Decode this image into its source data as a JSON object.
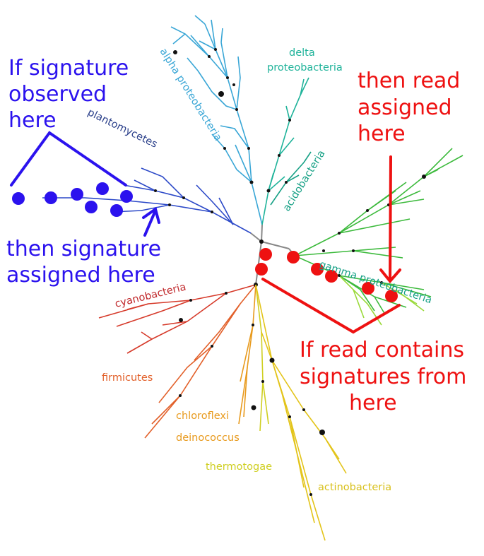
{
  "clade_labels": {
    "alpha": "alpha proteobacteria",
    "delta_line1": "delta",
    "delta_line2": "proteobacteria",
    "acido": "acidobacteria",
    "planto": "plantomycetes",
    "gamma": "gamma proteobacteria",
    "cyano": "cyanobacteria",
    "firmi": "firmicutes",
    "chloro": "chloroflexi",
    "deino": "deinococcus",
    "thermo": "thermotogae",
    "actino": "actinobacteria"
  },
  "annotations": {
    "blue_top": [
      "If signature",
      "observed",
      "here"
    ],
    "blue_bottom": [
      "then signature",
      "assigned here"
    ],
    "red_top": [
      "then read",
      "assigned",
      "here"
    ],
    "red_bottom": [
      "If read contains",
      "signatures from",
      "here"
    ]
  },
  "colors": {
    "blue_annotation": "#2b12ee",
    "red_annotation": "#ee1111",
    "alpha": "#39a6d6",
    "delta": "#1fb39a",
    "acido": "#17a186",
    "gamma": "#3cba3c",
    "planto": "#2c49c8",
    "cyano": "#d63a2a",
    "firmi": "#e2602a",
    "chloro": "#e89a1d",
    "thermo": "#cfcf22",
    "actino": "#e3c41a",
    "center": "#888888"
  }
}
